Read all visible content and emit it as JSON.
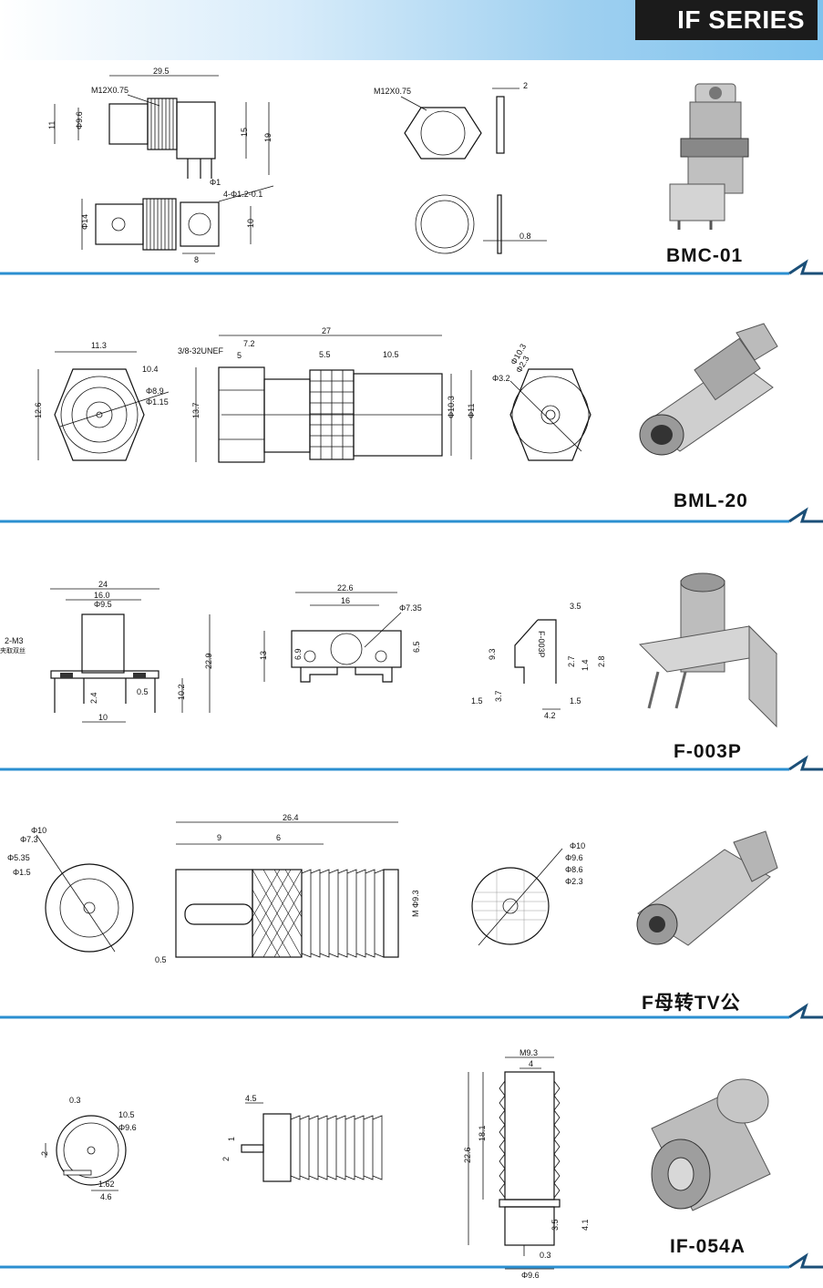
{
  "header": {
    "title": "IF SERIES"
  },
  "sections": [
    {
      "id": "bmc01",
      "model": "BMC-01",
      "dims": [
        "29.5",
        "M12X0.75",
        "11",
        "Φ9.6",
        "15",
        "19",
        "Φ1",
        "Φ14",
        "4-Φ1.2-0.1",
        "10",
        "8",
        "M12X0.75",
        "2",
        "0.8"
      ]
    },
    {
      "id": "bml20",
      "model": "BML-20",
      "dims": [
        "11.3",
        "10.4",
        "Φ8.9",
        "Φ1.15",
        "12.6",
        "27",
        "3/8-32UNEF",
        "7.2",
        "5",
        "5.5",
        "10.5",
        "13.7",
        "Φ10.3",
        "Φ11",
        "Φ10.3",
        "Φ2.3",
        "Φ3.2"
      ]
    },
    {
      "id": "f003p",
      "model": "F-003P",
      "dims": [
        "24",
        "16.0",
        "Φ9.5",
        "2-M3",
        "夹取双丝",
        "22.9",
        "10.2",
        "2.4",
        "0.5",
        "10",
        "22.6",
        "16",
        "Φ7.35",
        "13",
        "6.9",
        "6.5",
        "3.5",
        "F-003P",
        "9.3",
        "2.7",
        "2.8",
        "1.4",
        "3.7",
        "1.5",
        "1.5",
        "4.2"
      ]
    },
    {
      "id": "ftv",
      "model": "F母转TV公",
      "dims": [
        "Φ10",
        "Φ7.3",
        "Φ5.35",
        "Φ1.5",
        "26.4",
        "9",
        "6",
        "M Φ9.3",
        "0.5",
        "Φ10",
        "Φ9.6",
        "Φ8.6",
        "Φ2.3"
      ]
    },
    {
      "id": "if054a",
      "model": "IF-054A",
      "dims": [
        "0.3",
        "10.5",
        "Φ9.6",
        "2",
        "1.62",
        "4.6",
        "4.5",
        "1",
        "2",
        "M9.3",
        "4",
        "22.6",
        "18.1",
        "3.5",
        "4.1",
        "0.3",
        "Φ9.6"
      ]
    }
  ],
  "colors": {
    "header_bg": "#8ecbef",
    "title_box": "#1b1b1b",
    "divider": "#2b8fd0"
  }
}
